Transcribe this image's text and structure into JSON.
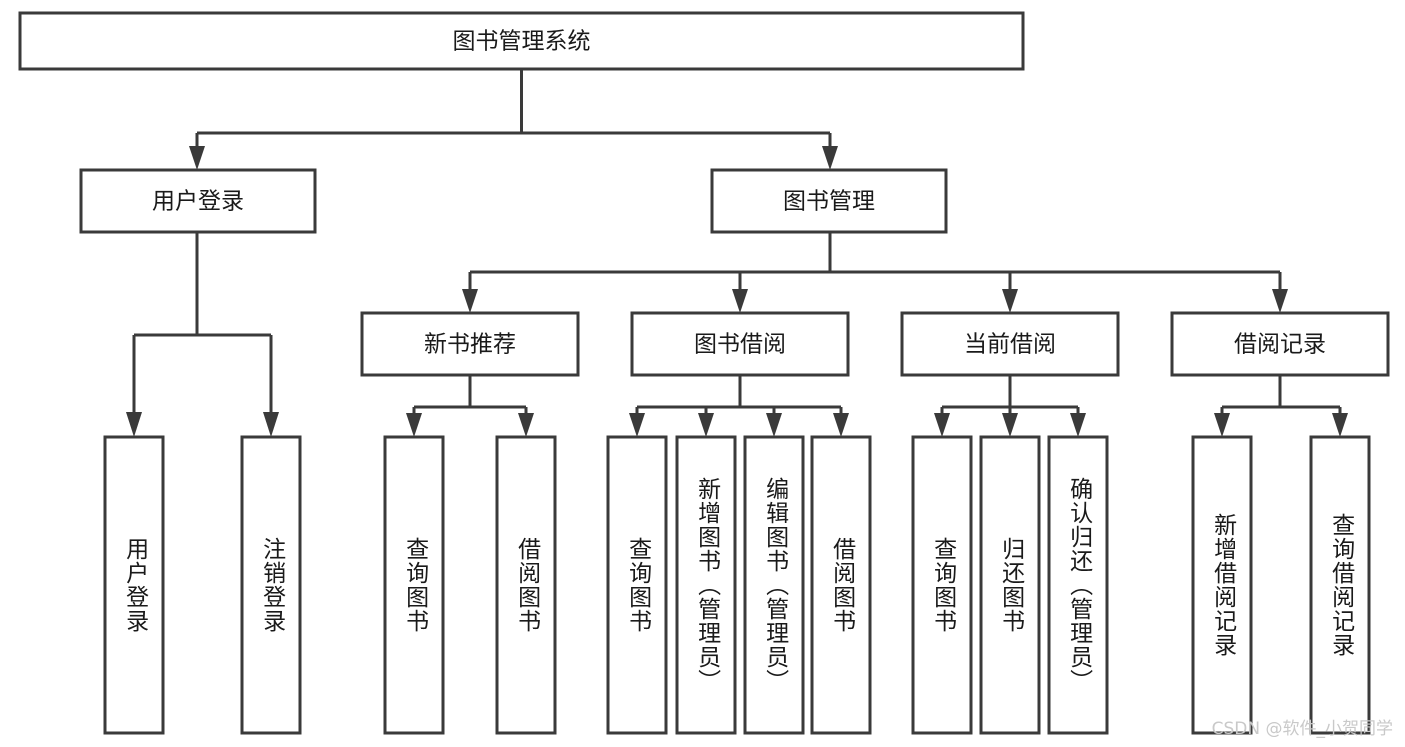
{
  "diagram": {
    "type": "tree",
    "title": "图书管理系统",
    "watermark": "CSDN @软件_小贺同学",
    "colors": {
      "box_stroke": "#3a3a3a",
      "box_fill": "#ffffff",
      "text": "#1a1a1a",
      "background": "#ffffff",
      "watermark": "#c9c9c9"
    },
    "levels": {
      "root": {
        "label": "图书管理系统"
      },
      "level2": [
        {
          "label": "用户登录"
        },
        {
          "label": "图书管理"
        }
      ],
      "level3": [
        {
          "label": "新书推荐"
        },
        {
          "label": "图书借阅"
        },
        {
          "label": "当前借阅"
        },
        {
          "label": "借阅记录"
        }
      ],
      "leaves": {
        "user_login": [
          {
            "label": "用户登录"
          },
          {
            "label": "注销登录"
          }
        ],
        "new_book_recommend": [
          {
            "label": "查询图书"
          },
          {
            "label": "借阅图书"
          }
        ],
        "book_borrow": [
          {
            "label": "查询图书"
          },
          {
            "label": "新增图书（管理员）"
          },
          {
            "label": "编辑图书（管理员）"
          },
          {
            "label": "借阅图书"
          }
        ],
        "current_borrow": [
          {
            "label": "查询图书"
          },
          {
            "label": "归还图书"
          },
          {
            "label": "确认归还（管理员）"
          }
        ],
        "borrow_record": [
          {
            "label": "新增借阅记录"
          },
          {
            "label": "查询借阅记录"
          }
        ]
      }
    }
  }
}
